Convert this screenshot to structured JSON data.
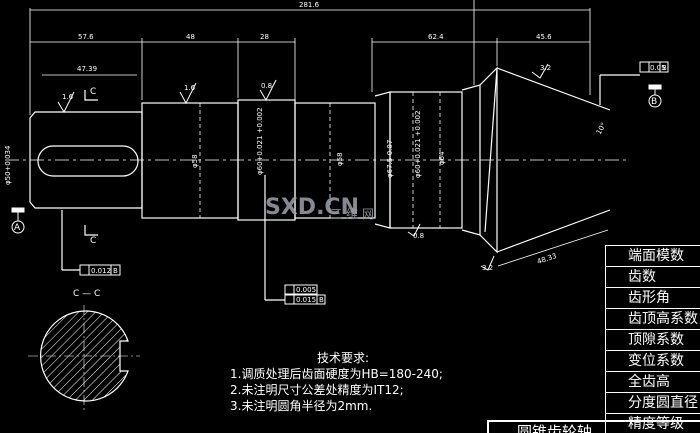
{
  "drawing": {
    "dims": {
      "total": "281.6",
      "d1": "57.6",
      "d2": "48",
      "d3": "28",
      "d4": "62.4",
      "d5": "45.6",
      "keyway": "47.39",
      "cone": "48.33",
      "dia1": "φ50+0.034",
      "dia2": "φ58",
      "dia3": "φ60+0.021\n+0.002",
      "dia4": "φ58",
      "dia5": "φ67.5-0.07",
      "dia6": "φ60+0.021\n+0.002",
      "dia7": "φ64"
    },
    "roughness": [
      "1.6",
      "1.6",
      "0.8",
      "3.2",
      "3.2",
      "0.8"
    ],
    "tolerances": {
      "t1": "0.012",
      "t1ref": "B",
      "t2a": "0.005",
      "t2b": "0.015",
      "t2ref": "B",
      "t3": "0.05",
      "t3ref": "B",
      "angle": "10°"
    },
    "datums": {
      "a": "A",
      "b": "B"
    },
    "section": {
      "label": "C — C",
      "cut1": "C",
      "cut2": "C"
    }
  },
  "notes": {
    "title": "技术要求:",
    "items": [
      "1.调质处理后齿面硬度为HB=180-240;",
      "2.未注明尺寸公差处精度为IT12;",
      "3.未注明圆角半径为2mm."
    ]
  },
  "table": {
    "rows": [
      "端面模数",
      "齿数",
      "齿形角",
      "齿顶高系数",
      "顶隙系数",
      "变位系数",
      "全齿高",
      "分度圆直径",
      "精度等级"
    ]
  },
  "bottom_title": "圆锥齿轮轴",
  "watermark": {
    "brand": "SXD.CN",
    "cn": "三维网"
  }
}
